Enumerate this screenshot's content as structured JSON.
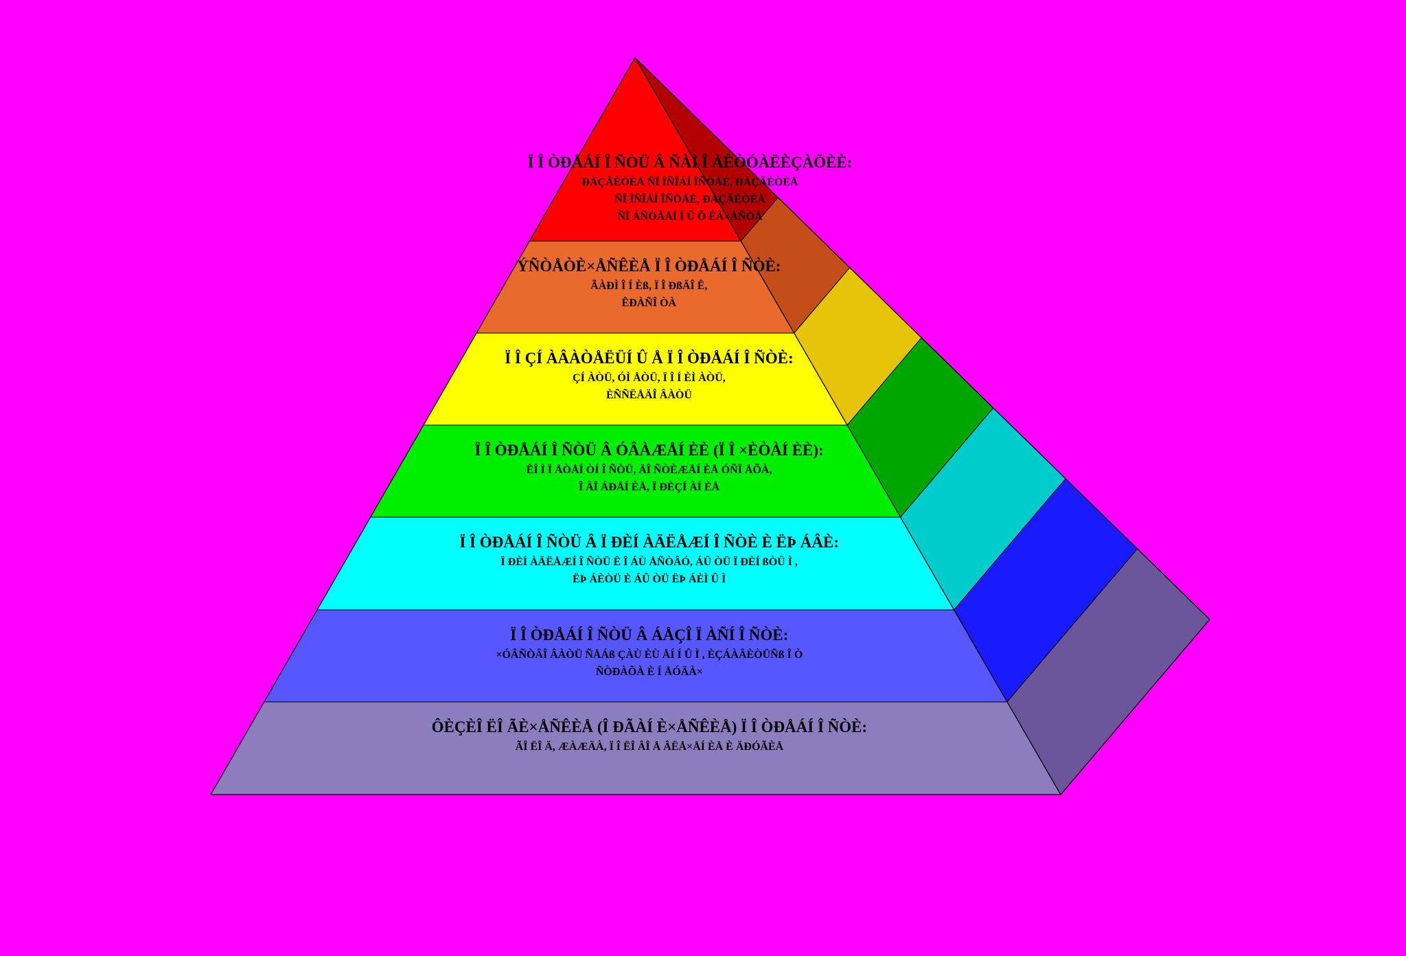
{
  "background_color": "#ff00ff",
  "pyramid": {
    "levels": [
      {
        "title": "Ï Î ÒÐÅÁÍ Î ÑÒÜ Â ÑÀÌ Î ÀÊÒÓÀËÈÇÀÖÈÈ:",
        "lines": [
          "ÐÀÇÂÈÒÈÅ ÑÏ ÎÑÎÁÍ ÎÑÒÅÉ, ÐÀÇÂÈÒÈÅ",
          "ÑÏ ÎÑÎÁÍ ÎÑÒÅÉ, ÐÀÇÂÈÒÈÅ",
          "ÑÎ ÁÑÒÂÅÍ Í Û Õ ÊÀ×ÅÑÒÂ"
        ],
        "front_color": "#ff0000",
        "side_color": "#b30000"
      },
      {
        "title": "ÝÑÒÅÒÈ×ÅÑÊÈÅ Ï Î ÒÐÅÁÍ Î ÑÒÈ:",
        "lines": [
          "ÃÀÐÌ Î Í Èß, Ï Î ÐßÄÎ Ê,",
          "ÊÐÀÑÎ ÒÀ"
        ],
        "front_color": "#ea6a2e",
        "side_color": "#c44d1a"
      },
      {
        "title": "Ï Î ÇÍ ÀÂÀÒÅËÜÍ Û Å Ï Î ÒÐÅÁÍ Î ÑÒÈ:",
        "lines": [
          "ÇÍ ÀÒÜ, ÓÌ ÅÒÜ, Ï Î Í ÈÌ ÀÒÜ,",
          "ÈÑÑËÅÄÎ ÂÀÒÜ"
        ],
        "front_color": "#ffff00",
        "side_color": "#e6c40a"
      },
      {
        "title": "Ï Î ÒÐÅÁÍ Î ÑÒÜ Â ÓÂÀÆÅÍ ÈÈ (Ï Î ×ÈÒÀÍ ÈÈ):",
        "lines": [
          "ÊÎ Ì Ï ÅÒÅÍ ÒÍ Î ÑÒÜ, ÄÎ ÑÒÈÆÅÍ ÈÅ ÓÑÏ ÅÕÀ,",
          "Î ÄÎ ÁÐÅÍ ÈÅ, Ï ÐÈÇÍ ÀÍ ÈÅ"
        ],
        "front_color": "#00ee00",
        "side_color": "#00a600"
      },
      {
        "title": "Ï Î ÒÐÅÁÍ Î ÑÒÜ Â Ï ÐÈÍ ÀÄËÅÆÍ Î ÑÒÈ È ËÞ ÁÂÈ:",
        "lines": [
          "Ï ÐÈÍ ÀÄËÅÆÍ Î ÑÒÜ Ê Î ÁÙ ÅÑÒÂÓ, ÁÛ ÒÜ Ï ÐÈÍ ßÒÛ Ì ,",
          "ËÞ ÁÈÒÜ È ÁÛ ÒÜ ËÞ ÁÈÌ Û Ì"
        ],
        "front_color": "#00ffff",
        "side_color": "#00cccc"
      },
      {
        "title": "Ï Î ÒÐÅÁÍ Î ÑÒÜ Â ÁÅÇÎ Ï ÀÑÍ Î ÑÒÈ:",
        "lines": [
          "×ÓÂÑÒÂÎ ÂÀÒÜ ÑÅÁß ÇÀÙ ÈÙ ÅÍ Í Û Ì , ÈÇÁÀÂÈÒÜÑß Î Ò",
          "ÑÒÐÀÕÀ È Í ÅÓÄÀ×"
        ],
        "front_color": "#5757ff",
        "side_color": "#1a1aff"
      },
      {
        "title": "ÔÈÇÈÎ ËÎ ÃÈ×ÅÑÊÈÅ (Î ÐÃÀÍ È×ÅÑÊÈÅ) Ï Î ÒÐÅÁÍ Î ÑÒÈ:",
        "lines": [
          "ÃÎ ËÎ Ä, ÆÀÆÄÀ, Ï Î ËÎ ÂÎ Å ÂËÅ×ÅÍ ÈÅ È ÄÐÓÃÈÅ"
        ],
        "front_color": "#8b7dbe",
        "side_color": "#6b559b"
      }
    ]
  }
}
